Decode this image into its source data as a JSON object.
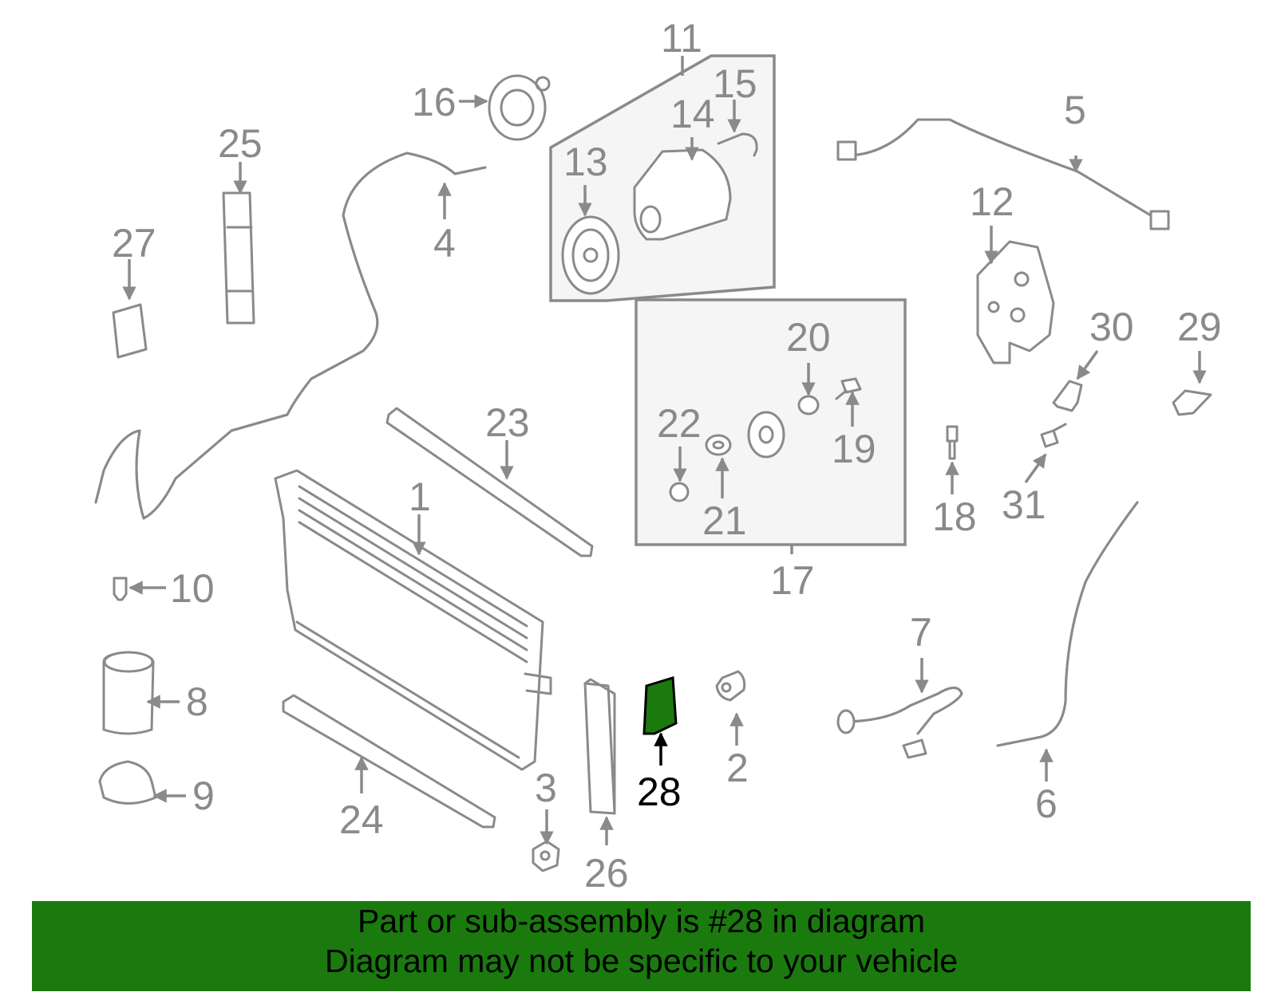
{
  "diagram": {
    "highlighted_part": "28",
    "highlight_color": "#1a7a0e",
    "line_color": "#8a8a8a",
    "callouts": [
      "1",
      "2",
      "3",
      "4",
      "5",
      "6",
      "7",
      "8",
      "9",
      "10",
      "11",
      "12",
      "13",
      "14",
      "15",
      "16",
      "17",
      "18",
      "19",
      "20",
      "21",
      "22",
      "23",
      "24",
      "25",
      "26",
      "27",
      "28",
      "29",
      "30",
      "31"
    ]
  },
  "banner": {
    "line1": "Part or sub-assembly is #28 in diagram",
    "line2": "Diagram may not be specific to your vehicle",
    "background": "#1a7a0e"
  }
}
